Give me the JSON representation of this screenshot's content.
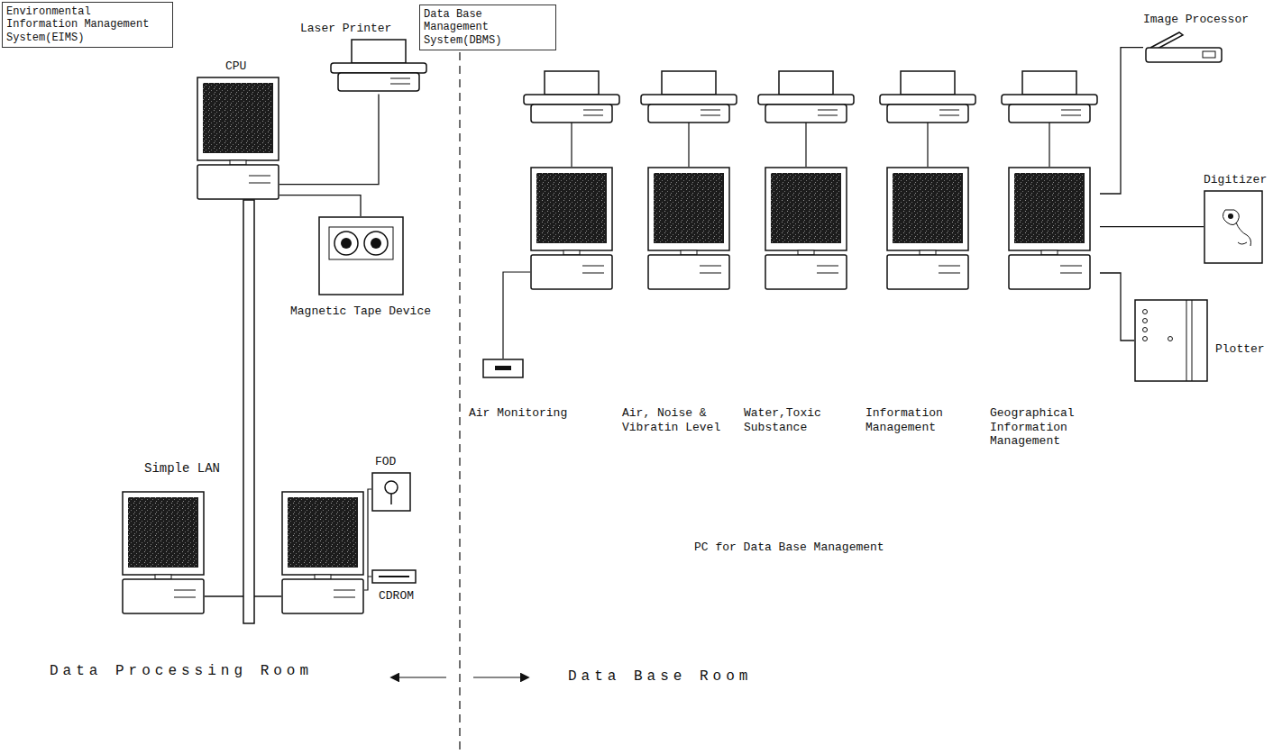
{
  "diagram": {
    "nodes": [
      {
        "text": [
          "Environmental Information Management System(EIMS)"
        ]
      },
      {
        "text": [
          "Data Base Management System(DBMS)"
        ]
      },
      {
        "text": [
          "Laser Printer"
        ]
      },
      {
        "text": [
          "CPU"
        ]
      },
      {
        "text": [
          "Magnetic Tape Device"
        ]
      },
      {
        "text": [
          "FOD"
        ]
      },
      {
        "text": [
          "CDROM"
        ]
      },
      {
        "text": [
          "Air Monitoring"
        ]
      },
      {
        "text": [
          "Air, Noise & Vibratin Level"
        ]
      },
      {
        "text": [
          "Water,Toxic Substance"
        ]
      },
      {
        "text": [
          "Information Management"
        ]
      },
      {
        "text": [
          "Geographical Information Management"
        ]
      },
      {
        "text": [
          "Image Processor"
        ]
      },
      {
        "text": [
          "Digitizer"
        ]
      },
      {
        "text": [
          "Plotter"
        ]
      }
    ],
    "edges": [
      {
        "from": 3,
        "to": 2,
        "arrow": "none"
      },
      {
        "from": 3,
        "to": 4,
        "arrow": "none"
      },
      {
        "from": 11,
        "to": 12,
        "arrow": "none"
      },
      {
        "from": 11,
        "to": 13,
        "arrow": "none"
      },
      {
        "from": 11,
        "to": 14,
        "arrow": "none"
      }
    ],
    "labels": [
      "Simple LAN",
      "Data Processing Room",
      "Data Base Room",
      "PC for Data Base Management"
    ]
  }
}
